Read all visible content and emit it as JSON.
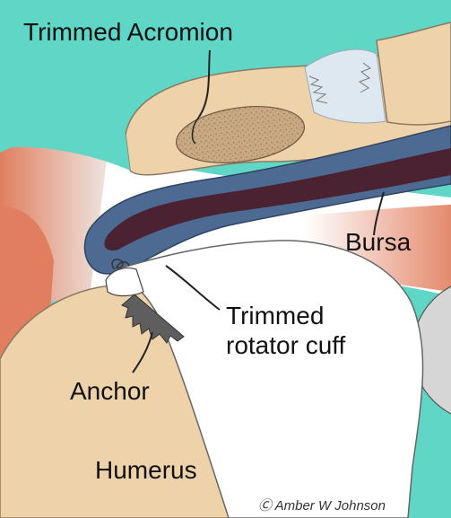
{
  "labels": {
    "trimmed_acromion": "Trimmed Acromion",
    "bursa": "Bursa",
    "trimmed_rotator_cuff_line1": "Trimmed",
    "trimmed_rotator_cuff_line2": "rotator cuff",
    "anchor": "Anchor",
    "humerus": "Humerus"
  },
  "credit": "Ⓒ Amber W Johnson",
  "colors": {
    "background_teal": "#5fd6c6",
    "bone": "#eed2aa",
    "bone_outline": "#8a7a63",
    "acromion_cut_surface": "#c9a983",
    "muscle_red": "#e2886a",
    "bursa_blue": "#4d6b92",
    "bursa_dark": "#4b2232",
    "cartilage_white": "#ffffff",
    "humeral_head_gray": "#d6d6d6",
    "anchor_gray": "#5e5e5e"
  }
}
